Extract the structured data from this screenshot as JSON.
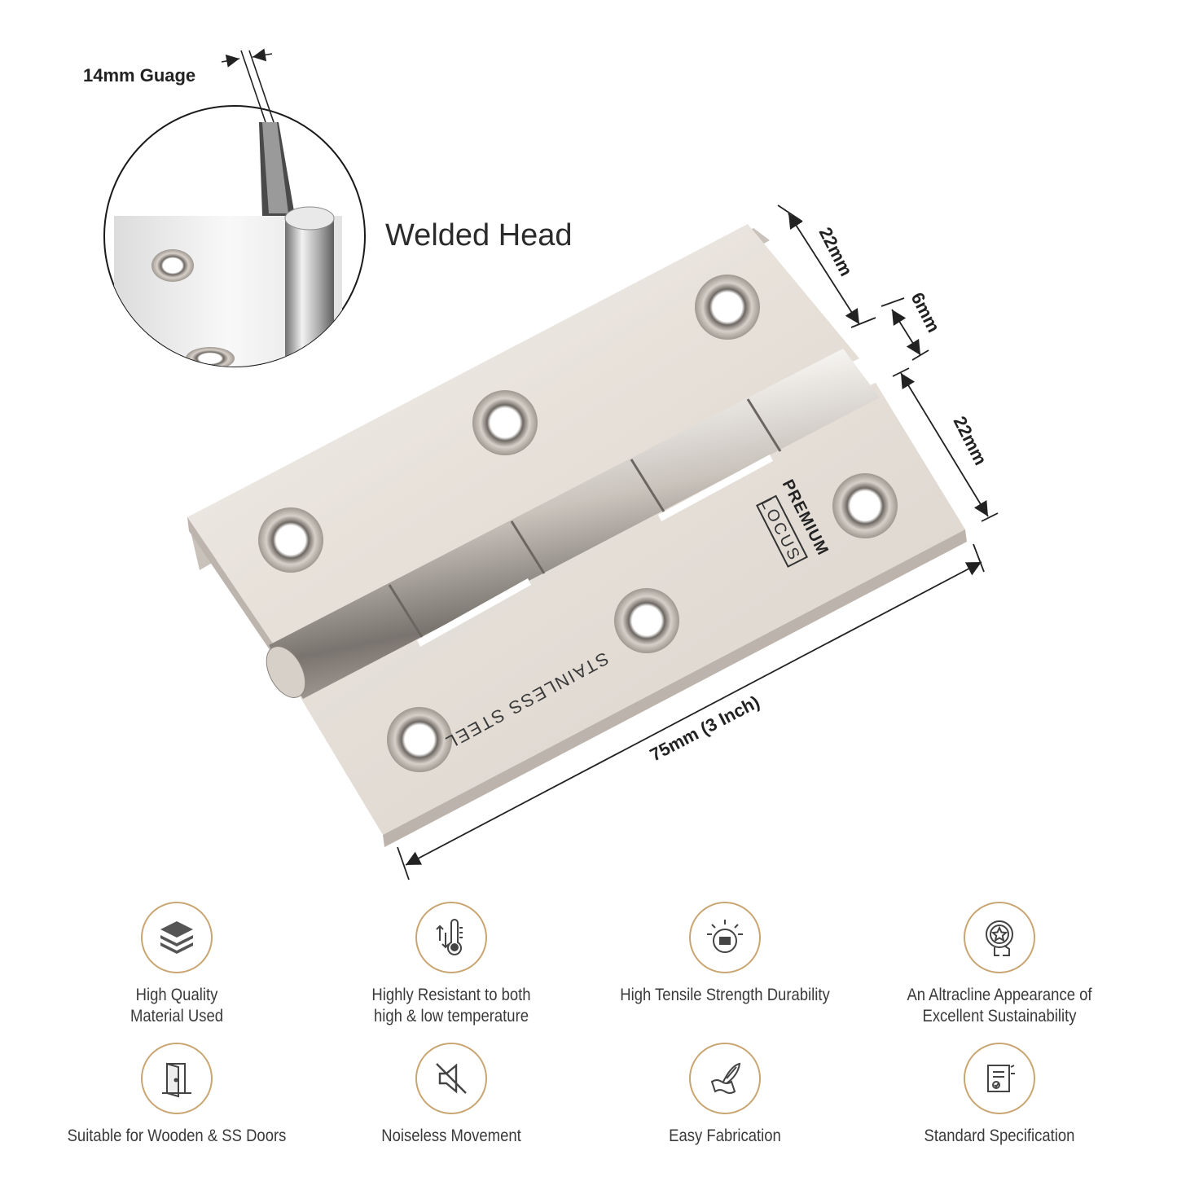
{
  "callout": {
    "gauge_label": "14mm Guage",
    "welded_label": "Welded Head"
  },
  "hinge": {
    "brand_logo": "LOCUS",
    "brand_line": "PREMIUM",
    "material_stamp": "STAINLESS STEEL"
  },
  "dimensions": {
    "leaf_top": "22mm",
    "knuckle": "6mm",
    "leaf_bottom": "22mm",
    "length": "75mm (3 Inch)"
  },
  "features": [
    {
      "icon": "layers-icon",
      "label": "High Quality\nMaterial Used"
    },
    {
      "icon": "thermometer-icon",
      "label": "Highly Resistant to both\nhigh & low temperature"
    },
    {
      "icon": "strength-gear-icon",
      "label": "High Tensile Strength Durability"
    },
    {
      "icon": "star-badge-icon",
      "label": "An Altracline Appearance of\nExcellent Sustainability"
    },
    {
      "icon": "door-icon",
      "label": "Suitable for Wooden & SS Doors"
    },
    {
      "icon": "mute-speaker-icon",
      "label": "Noiseless Movement"
    },
    {
      "icon": "feather-paper-icon",
      "label": "Easy Fabrication"
    },
    {
      "icon": "certificate-icon",
      "label": "Standard Specification"
    }
  ],
  "colors": {
    "accent_ring": "#c9a572",
    "steel_light": "#efebe6",
    "steel_mid": "#d8d2cb",
    "text_dark": "#222222"
  }
}
